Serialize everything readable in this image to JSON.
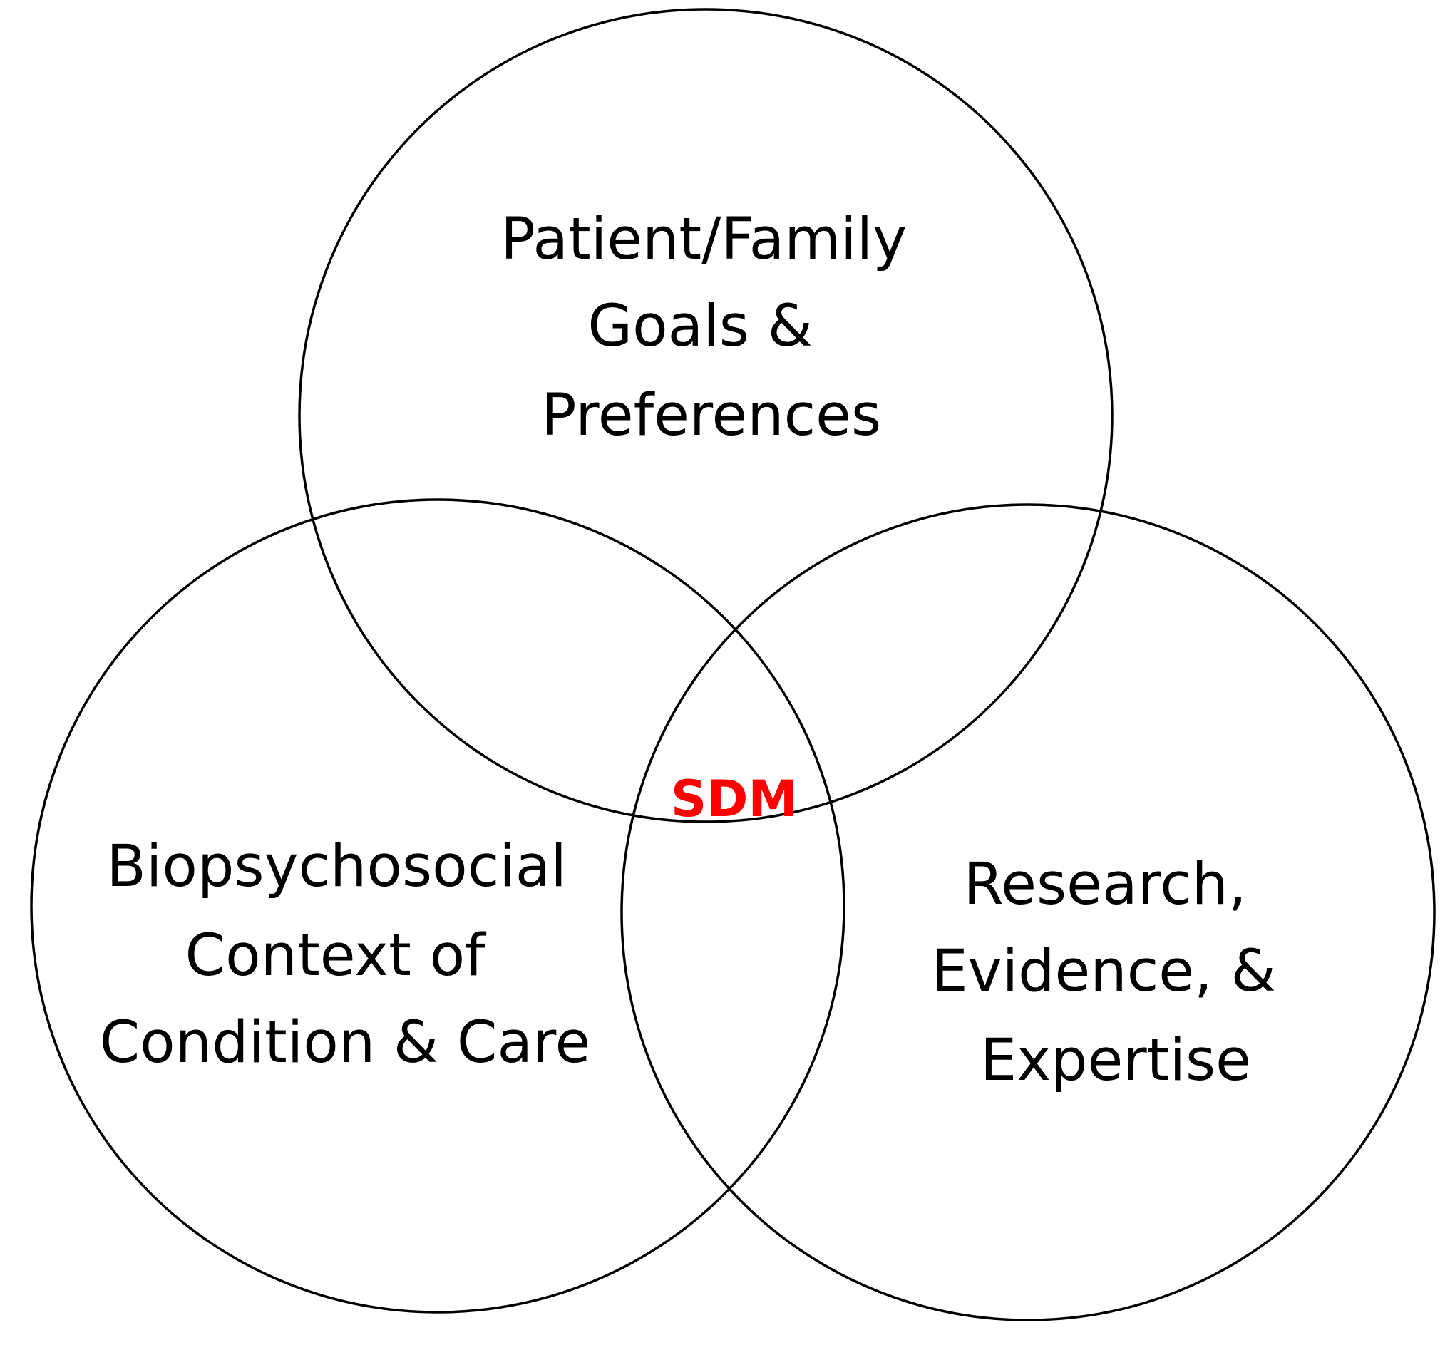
{
  "diagram": {
    "type": "venn",
    "circles": [
      {
        "id": "patient-family",
        "lines": [
          "Patient/Family",
          "Goals &",
          "Preferences"
        ]
      },
      {
        "id": "biopsychosocial",
        "lines": [
          "Biopsychosocial",
          "Context of",
          "Condition & Care"
        ]
      },
      {
        "id": "research",
        "lines": [
          "Research,",
          "Evidence, &",
          "Expertise"
        ]
      }
    ],
    "center": {
      "text": "SDM",
      "color": "#ff0000"
    },
    "stroke_color": "#000000",
    "text_color": "#000000"
  }
}
